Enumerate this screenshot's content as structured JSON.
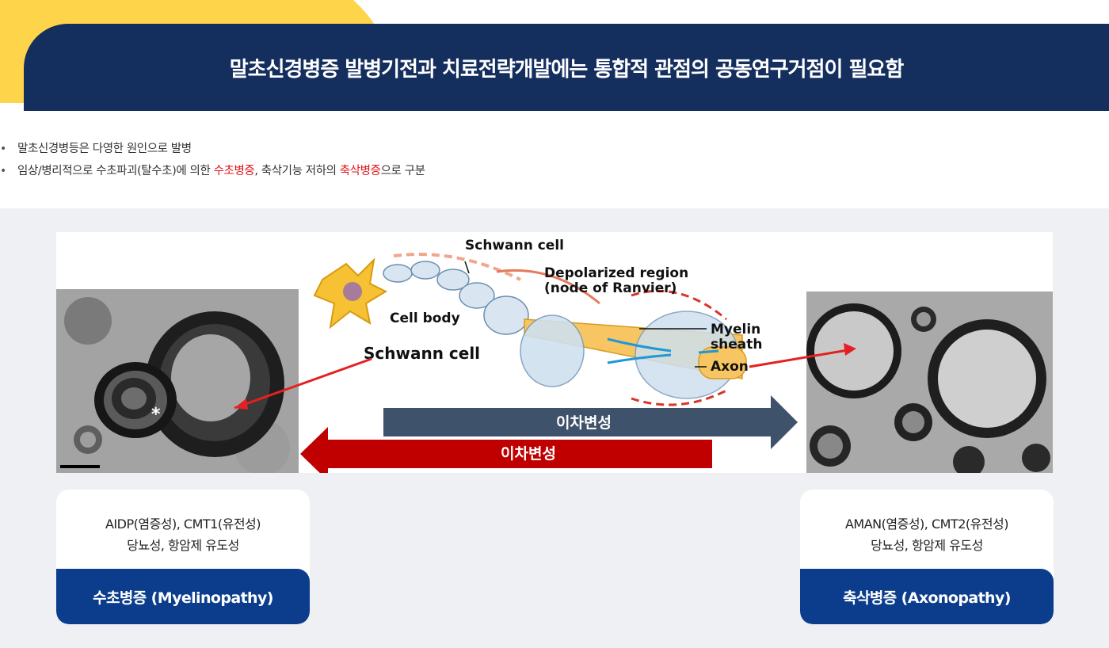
{
  "header": {
    "title": "말초신경병증 발병기전과 치료전략개발에는 통합적 관점의 공동연구거점이 필요함"
  },
  "bullets": {
    "item1": "말초신경병등은 다영한 원인으로 발병",
    "item2": {
      "part1": "임상/병리적으로 수초파괴(탈수초)에 의한 ",
      "highlight1": "수초병증",
      "part2": ", 축삭기능 저하의 ",
      "highlight2": "축삭병증",
      "part3": "으로 구분"
    }
  },
  "figure": {
    "labels": {
      "schwann_top": "Schwann cell",
      "depolarized": "Depolarized region",
      "node": "(node of Ranvier)",
      "cell_body": "Cell body",
      "schwann_left": "Schwann cell",
      "myelin": "Myelin",
      "sheath": "sheath",
      "axon": "Axon"
    },
    "arrow_right_label": "이차변성",
    "arrow_left_label": "이차변성"
  },
  "cards": {
    "left": {
      "line1": "AIDP(염증성), CMT1(유전성)",
      "line2": "당뇨성, 항암제 유도성",
      "footer": "수초병증 (Myelinopathy)"
    },
    "right": {
      "line1": "AMAN(염증성), CMT2(유전성)",
      "line2": "당뇨성, 항암제 유도성",
      "footer": "축삭병증 (Axonopathy)"
    }
  },
  "colors": {
    "navy": "#142e5e",
    "yellow": "#fdd44a",
    "highlight_red": "#e0151b",
    "card_blue": "#0b3d8c",
    "arrow_slate": "#3f526b",
    "arrow_red": "#c00000"
  }
}
